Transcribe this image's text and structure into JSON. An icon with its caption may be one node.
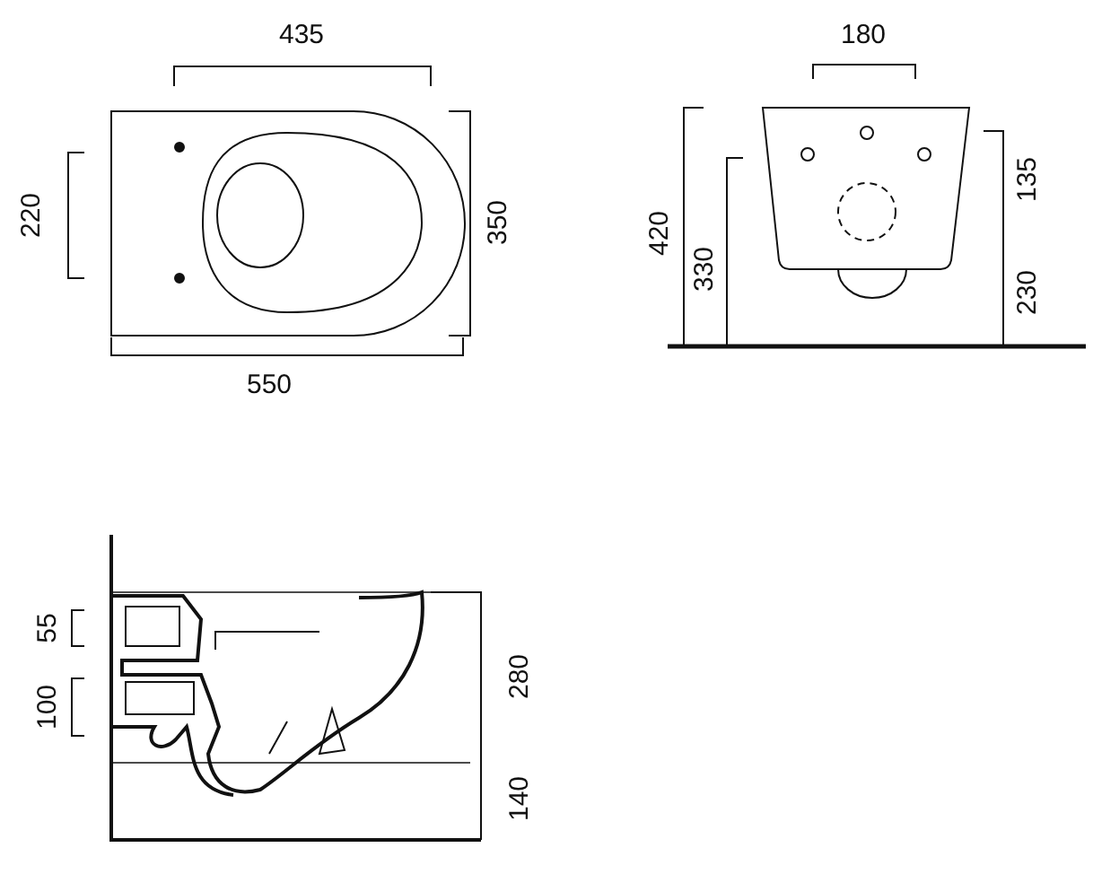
{
  "diagram": {
    "labels": [
      "435",
      "180",
      "220",
      "350",
      "420",
      "330",
      "135",
      "230",
      "550",
      "55",
      "100",
      "280",
      "140"
    ]
  }
}
